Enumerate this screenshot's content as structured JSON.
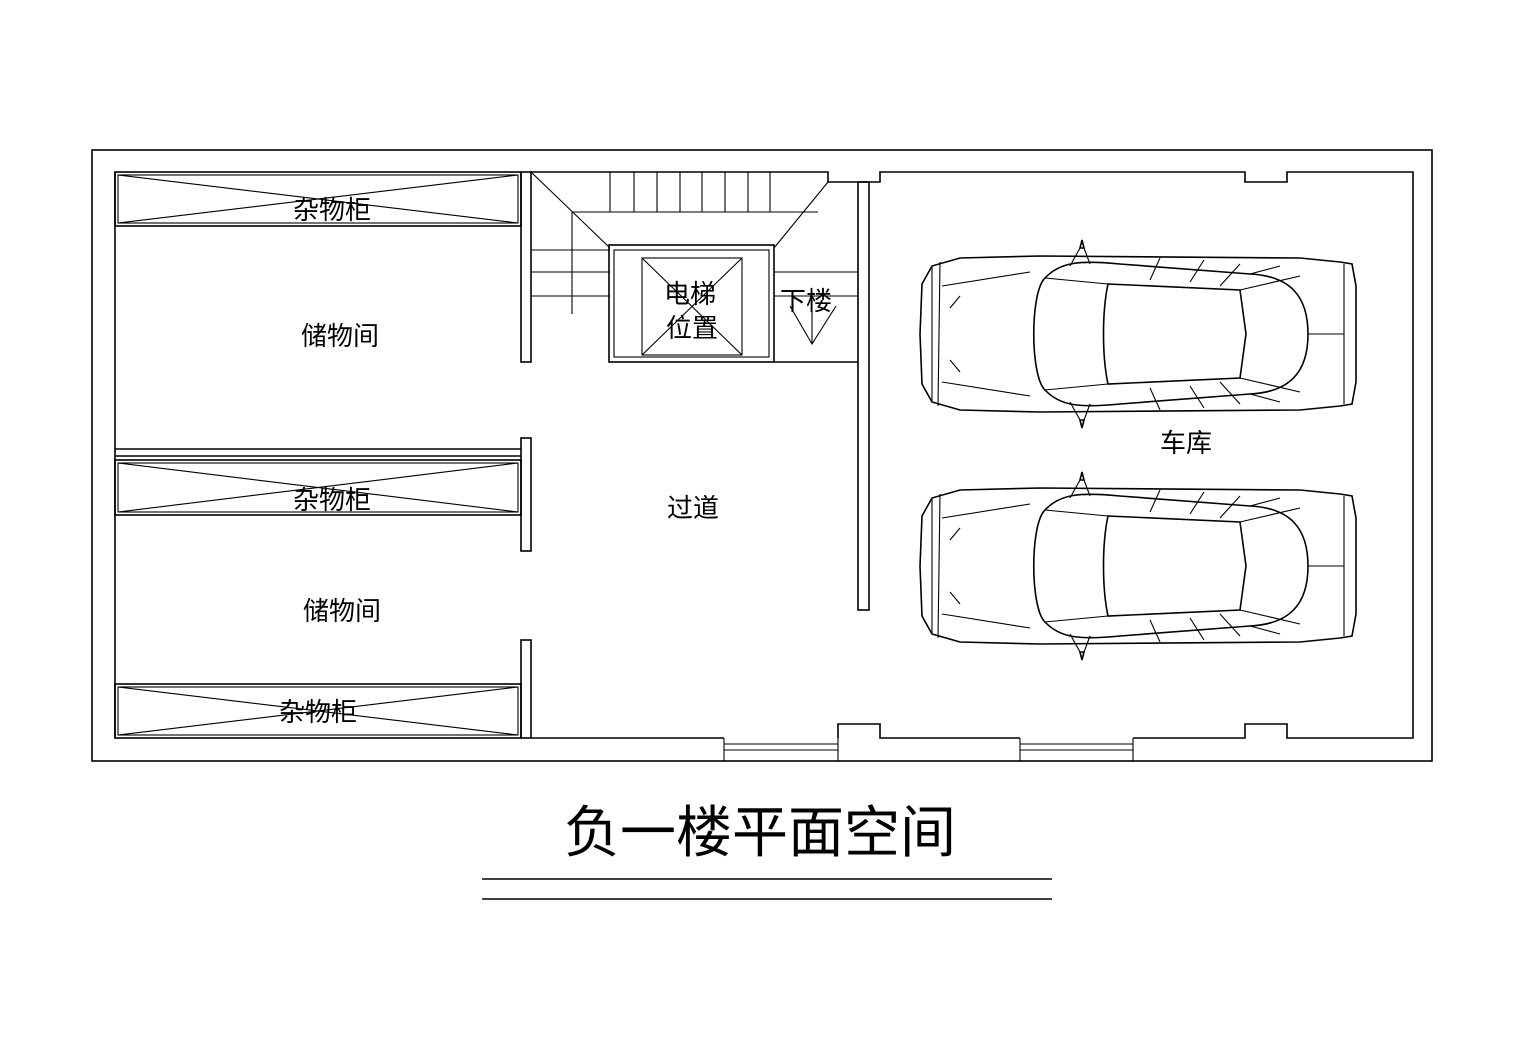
{
  "rooms": {
    "cabinet_top": "杂物柜",
    "storage_top": "储物间",
    "cabinet_mid": "杂物柜",
    "storage_bottom": "储物间",
    "cabinet_bottom": "杂物柜",
    "elevator_line1": "电梯",
    "elevator_line2": "位置",
    "stairs_down": "下楼",
    "corridor": "过道",
    "garage": "车库"
  },
  "title": "负一楼平面空间",
  "colors": {
    "line": "#000000",
    "background": "#ffffff"
  }
}
